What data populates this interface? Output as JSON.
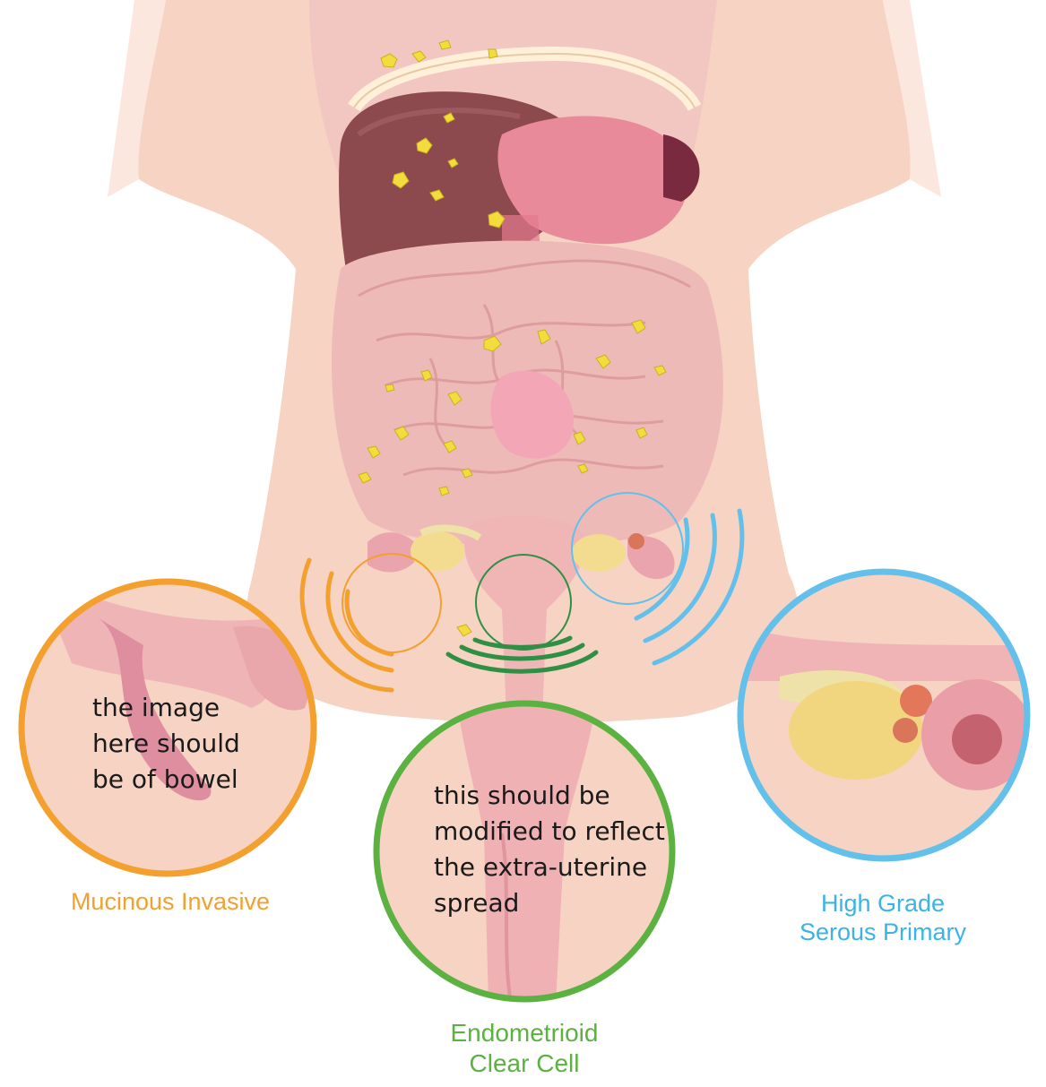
{
  "colors": {
    "orange": "#f3a02e",
    "green": "#5bb241",
    "dark_green": "#2f8f45",
    "blue": "#62c0ea",
    "skin": "#f7d6c6",
    "tissue": "#f0b8b8",
    "liver": "#8c4a4e",
    "tumor": "#f2dd3c"
  },
  "labels": {
    "mucinous": "Mucinous Invasive",
    "endometrioid_line1": "Endometrioid",
    "endometrioid_line2": "Clear Cell",
    "serous_line1": "High Grade",
    "serous_line2": "Serous Primary"
  },
  "notes": {
    "left": {
      "line1": "the image",
      "line2": "here should",
      "line3": "be of bowel"
    },
    "center": {
      "line1": "this should be",
      "line2": "modified to reflect",
      "line3": "the extra-uterine",
      "line4": "spread"
    }
  },
  "icons": {
    "signal_arcs": "wave-arcs",
    "tumor_spots": "tumor-nodules"
  }
}
